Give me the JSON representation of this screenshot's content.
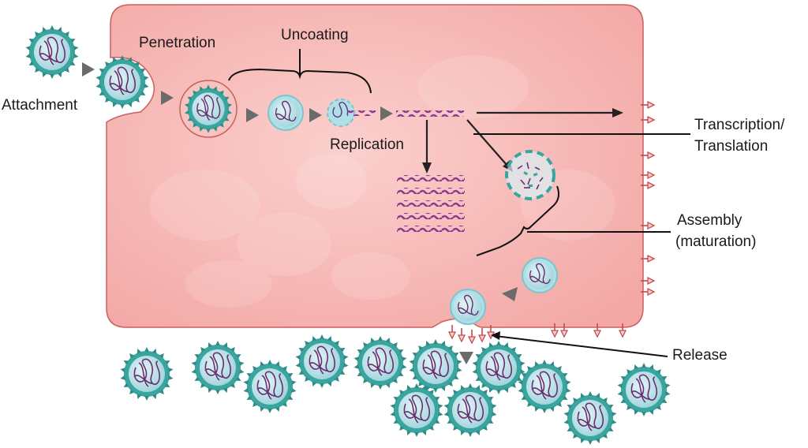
{
  "labels": {
    "attachment": "Attachment",
    "penetration": "Penetration",
    "uncoating": "Uncoating",
    "replication": "Replication",
    "transcription_line1": "Transcription/",
    "transcription_line2": "Translation",
    "assembly_line1": "Assembly",
    "assembly_line2": "(maturation)",
    "release": "Release"
  },
  "colors": {
    "cell_fill": "#f6b7b5",
    "cell_stroke": "#c9605c",
    "virion_shell": "#3aa59e",
    "virion_core": "#bfe6ec",
    "genome": "#6b2d6f",
    "nucleic_acid": "#8e3a8e",
    "gray_arrow": "#6b6b6b",
    "protein_arrow": "#d35a5a"
  },
  "icons": {
    "virion": "virion-icon",
    "flow_arrow": "gray-arrow-icon",
    "protein_marker": "surface-protein-icon"
  }
}
